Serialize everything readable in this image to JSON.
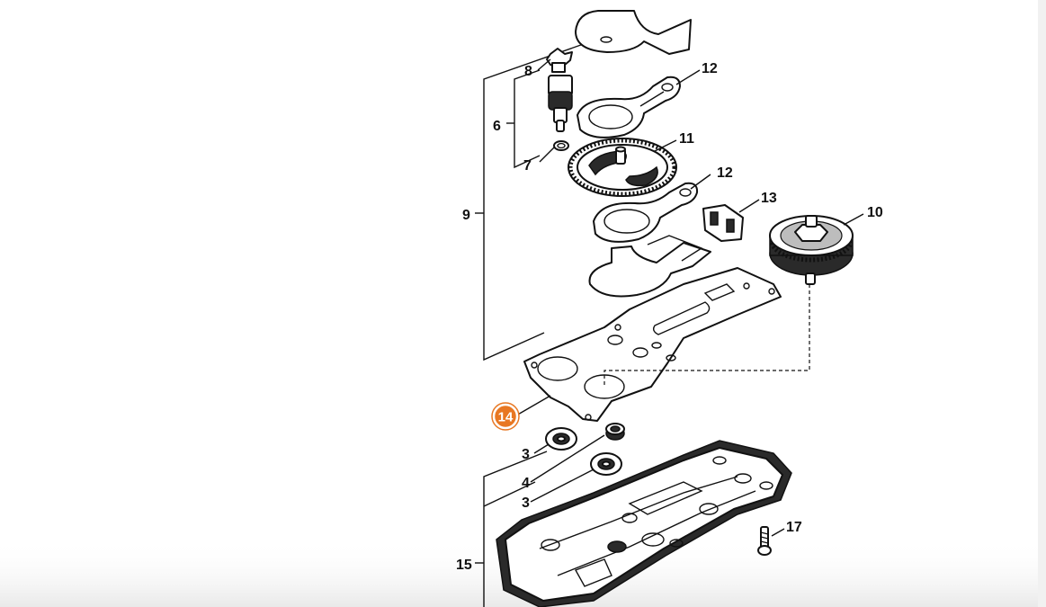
{
  "diagram": {
    "highlight_color": "#e87722",
    "callouts": {
      "c3a": "3",
      "c3b": "3",
      "c4": "4",
      "c6": "6",
      "c7": "7",
      "c8": "8",
      "c9": "9",
      "c10": "10",
      "c11": "11",
      "c12a": "12",
      "c12b": "12",
      "c13": "13",
      "c14": "14",
      "c15": "15",
      "c17": "17"
    },
    "highlighted_callout": "14"
  }
}
